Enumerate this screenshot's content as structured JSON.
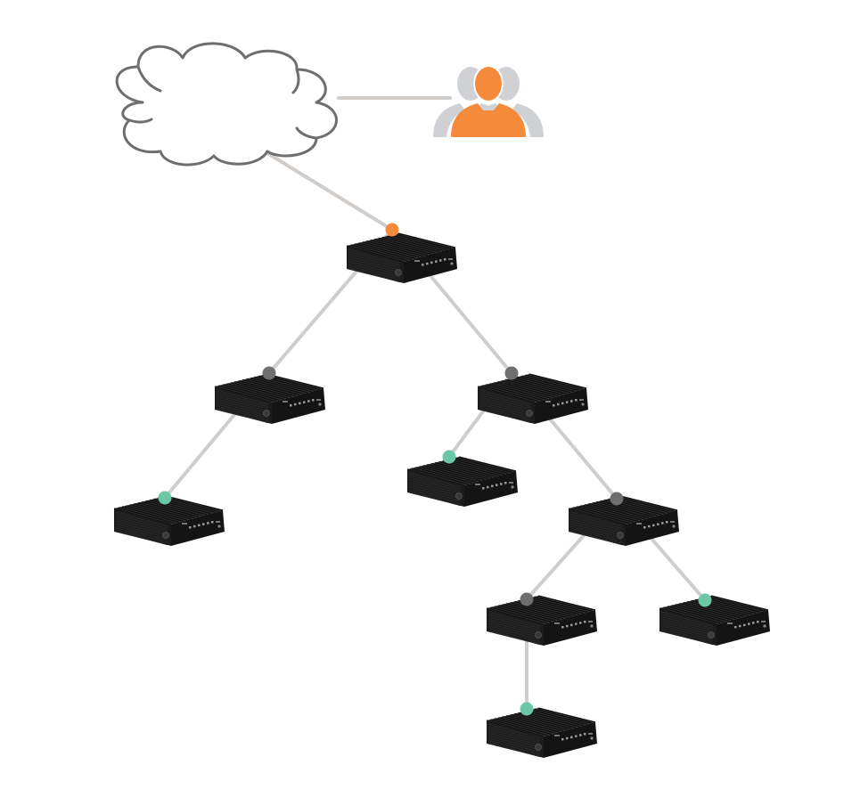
{
  "diagram": {
    "colors": {
      "link": "#d0cdca",
      "cloud_stroke": "#6e6e6e",
      "device_body": "#1c1c1c",
      "device_fin": "#2e2e2e",
      "device_led": "#9a9a9a",
      "user_primary": "#f48a3a",
      "user_secondary": "#cfd1d4",
      "dot_root": "#f48a3a",
      "dot_relay": "#6e6e6e",
      "dot_leaf": "#6cc7a6"
    },
    "nodes": [
      {
        "id": "cloud",
        "kind": "cloud",
        "icon": "cloud-icon"
      },
      {
        "id": "users",
        "kind": "users",
        "icon": "users-icon"
      },
      {
        "id": "gateway",
        "kind": "device",
        "dot": "root",
        "icon": "gateway-device-icon"
      },
      {
        "id": "relay-left",
        "kind": "device",
        "dot": "relay",
        "icon": "gateway-device-icon"
      },
      {
        "id": "relay-right",
        "kind": "device",
        "dot": "relay",
        "icon": "gateway-device-icon"
      },
      {
        "id": "leaf-left",
        "kind": "device",
        "dot": "leaf",
        "icon": "gateway-device-icon"
      },
      {
        "id": "leaf-mid",
        "kind": "device",
        "dot": "leaf",
        "icon": "gateway-device-icon"
      },
      {
        "id": "relay-lower",
        "kind": "device",
        "dot": "relay",
        "icon": "gateway-device-icon"
      },
      {
        "id": "relay-bottom",
        "kind": "device",
        "dot": "relay",
        "icon": "gateway-device-icon"
      },
      {
        "id": "leaf-right",
        "kind": "device",
        "dot": "leaf",
        "icon": "gateway-device-icon"
      },
      {
        "id": "leaf-bottom",
        "kind": "device",
        "dot": "leaf",
        "icon": "gateway-device-icon"
      }
    ],
    "links": [
      [
        "cloud",
        "users"
      ],
      [
        "cloud",
        "gateway"
      ],
      [
        "gateway",
        "relay-left"
      ],
      [
        "gateway",
        "relay-right"
      ],
      [
        "relay-left",
        "leaf-left"
      ],
      [
        "relay-right",
        "leaf-mid"
      ],
      [
        "relay-right",
        "relay-lower"
      ],
      [
        "relay-lower",
        "relay-bottom"
      ],
      [
        "relay-lower",
        "leaf-right"
      ],
      [
        "relay-bottom",
        "leaf-bottom"
      ]
    ]
  }
}
